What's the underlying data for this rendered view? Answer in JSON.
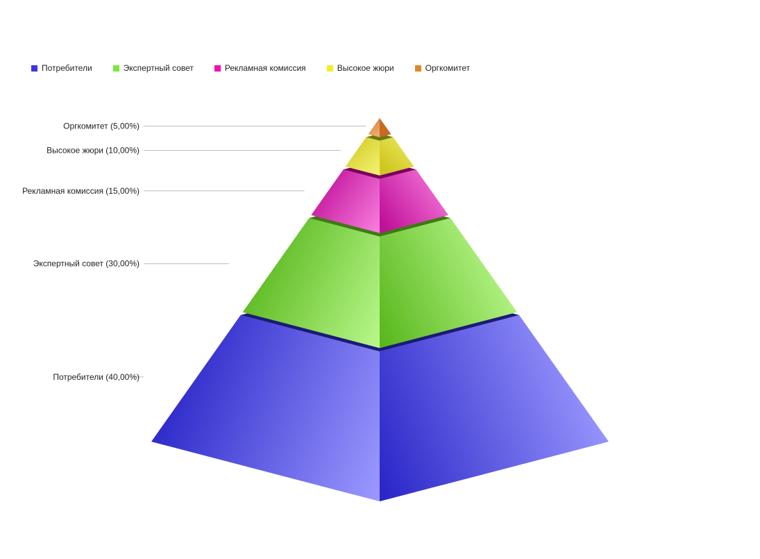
{
  "chart_data": {
    "type": "pyramid",
    "title": "",
    "legend_position": "top-left",
    "series": [
      {
        "name": "Потребители",
        "value": 40,
        "label": "Потребители (40,00%)",
        "color": "#3a36e0",
        "dark": "#2a26c8",
        "light": "#9c9aff",
        "top": "#1c1a7a"
      },
      {
        "name": "Экспертный совет",
        "value": 30,
        "label": "Экспертный совет (30,00%)",
        "color": "#7ae83a",
        "dark": "#5ab81e",
        "light": "#baf88c",
        "top": "#3e7a12"
      },
      {
        "name": "Рекламная комиссия",
        "value": 15,
        "label": "Рекламная комиссия (15,00%)",
        "color": "#f010b8",
        "dark": "#c0109a",
        "light": "#fa80de",
        "top": "#7a0062"
      },
      {
        "name": "Высокое жюри",
        "value": 10,
        "label": "Высокое жюри (10,00%)",
        "color": "#f0f020",
        "dark": "#d0c822",
        "light": "#f4f474",
        "top": "#6a7a10"
      },
      {
        "name": "Оргкомитет",
        "value": 5,
        "label": "Оргкомитет (5,00%)",
        "color": "#e08820",
        "dark": "#c86a22",
        "light": "#f2b070",
        "top": "#6a7a10"
      }
    ]
  }
}
